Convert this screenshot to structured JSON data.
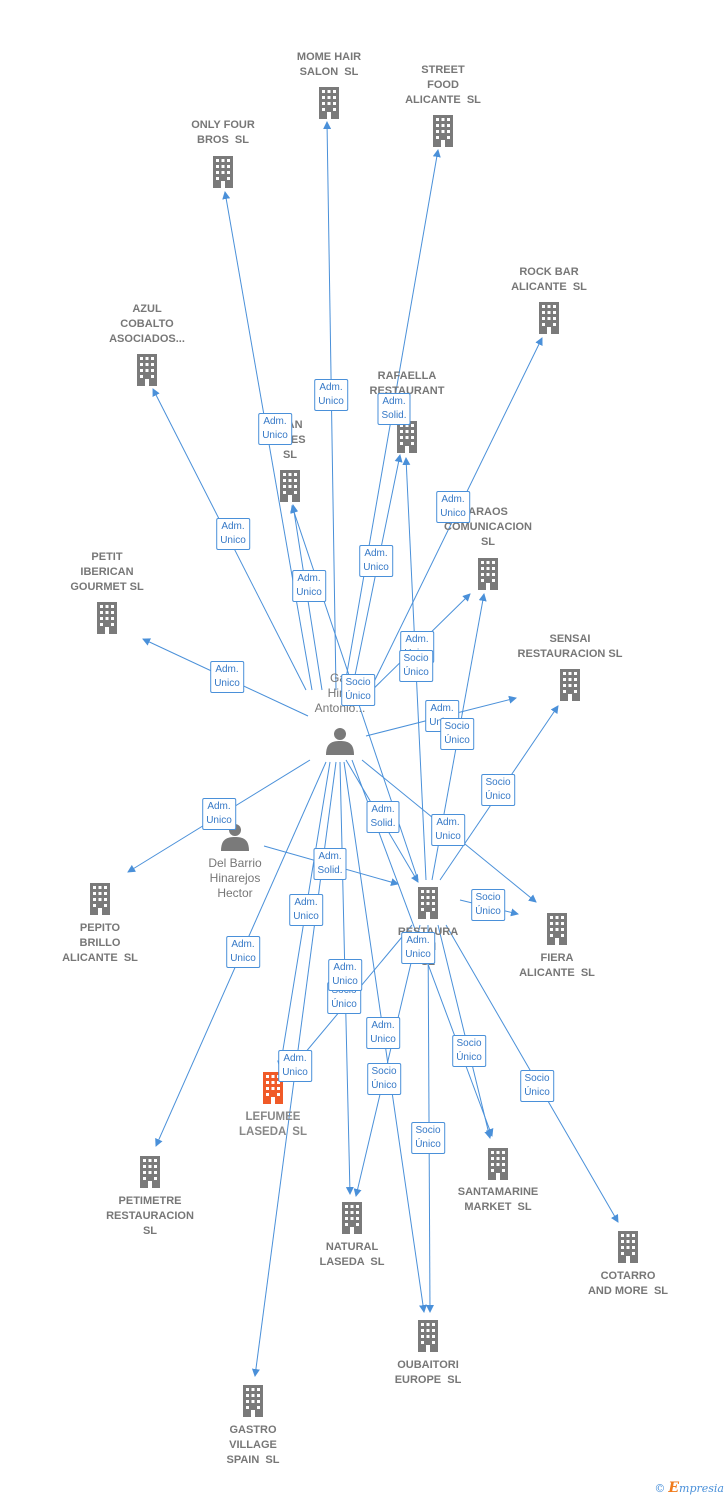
{
  "colors": {
    "edge": "#4a90d9",
    "building": "#7a7a7a",
    "focus": "#f05a28",
    "person": "#7a7a7a"
  },
  "nodes": [
    {
      "id": "mome",
      "label": "MOME HAIR\nSALON  SL",
      "type": "company"
    },
    {
      "id": "street",
      "label": "STREET\nFOOD\nALICANTE  SL",
      "type": "company"
    },
    {
      "id": "onlyfour",
      "label": "ONLY FOUR\nBROS  SL",
      "type": "company"
    },
    {
      "id": "rockbar",
      "label": "ROCK BAR\nALICANTE  SL",
      "type": "company"
    },
    {
      "id": "azul",
      "label": "AZUL\nCOBALTO\nASOCIADOS...",
      "type": "company"
    },
    {
      "id": "rafaella",
      "label": "RAFAELLA\nRESTAURANT",
      "type": "company"
    },
    {
      "id": "man",
      "label": "MAN\nONES\nSL",
      "type": "company"
    },
    {
      "id": "faraos",
      "label": "ARAOS\nCOMUNICACION\nSL",
      "type": "company"
    },
    {
      "id": "petit",
      "label": "PETIT\nIBERICAN\nGOURMET SL",
      "type": "company"
    },
    {
      "id": "sensai",
      "label": "SENSAI\nRESTAURACION SL",
      "type": "company"
    },
    {
      "id": "main",
      "label": "Gar\nHina\nAntonio...",
      "type": "person"
    },
    {
      "id": "hector",
      "label": "Del Barrio\nHinarejos\nHector",
      "type": "person"
    },
    {
      "id": "pepito",
      "label": "PEPITO\nBRILLO\nALICANTE  SL",
      "type": "company"
    },
    {
      "id": "restaura",
      "label": "RESTAURA\nON\nSL",
      "type": "company"
    },
    {
      "id": "fiera",
      "label": "FIERA\nALICANTE  SL",
      "type": "company"
    },
    {
      "id": "lefumee",
      "label": "LEFUMEE\nLASEDA  SL",
      "type": "focus"
    },
    {
      "id": "petimetre",
      "label": "PETIMETRE\nRESTAURACION\nSL",
      "type": "company"
    },
    {
      "id": "santamarine",
      "label": "SANTAMARINE\nMARKET  SL",
      "type": "company"
    },
    {
      "id": "natural",
      "label": "NATURAL\nLASEDA  SL",
      "type": "company"
    },
    {
      "id": "cotarro",
      "label": "COTARRO\nAND MORE  SL",
      "type": "company"
    },
    {
      "id": "oubaitori",
      "label": "OUBAITORI\nEUROPE  SL",
      "type": "company"
    },
    {
      "id": "gastro",
      "label": "GASTRO\nVILLAGE\nSPAIN  SL",
      "type": "company"
    }
  ],
  "edges": [
    {
      "from": "main",
      "to": "mome"
    },
    {
      "from": "main",
      "to": "street"
    },
    {
      "from": "main",
      "to": "onlyfour"
    },
    {
      "from": "main",
      "to": "rockbar"
    },
    {
      "from": "main",
      "to": "azul"
    },
    {
      "from": "main",
      "to": "rafaella"
    },
    {
      "from": "main",
      "to": "man"
    },
    {
      "from": "main",
      "to": "faraos"
    },
    {
      "from": "main",
      "to": "petit"
    },
    {
      "from": "main",
      "to": "sensai"
    },
    {
      "from": "main",
      "to": "pepito"
    },
    {
      "from": "main",
      "to": "restaura"
    },
    {
      "from": "main",
      "to": "fiera"
    },
    {
      "from": "main",
      "to": "lefumee"
    },
    {
      "from": "main",
      "to": "petimetre"
    },
    {
      "from": "main",
      "to": "santamarine"
    },
    {
      "from": "main",
      "to": "natural"
    },
    {
      "from": "main",
      "to": "oubaitori"
    },
    {
      "from": "main",
      "to": "gastro"
    },
    {
      "from": "hector",
      "to": "restaura"
    },
    {
      "from": "restaura",
      "to": "rafaella"
    },
    {
      "from": "restaura",
      "to": "man"
    },
    {
      "from": "restaura",
      "to": "faraos"
    },
    {
      "from": "restaura",
      "to": "sensai"
    },
    {
      "from": "restaura",
      "to": "fiera"
    },
    {
      "from": "restaura",
      "to": "lefumee"
    },
    {
      "from": "restaura",
      "to": "natural"
    },
    {
      "from": "restaura",
      "to": "santamarine"
    },
    {
      "from": "restaura",
      "to": "oubaitori"
    },
    {
      "from": "restaura",
      "to": "cotarro"
    }
  ],
  "edge_labels": [
    "Adm.\nUnico",
    "Adm.\nSolid.",
    "Adm.\nUnico",
    "Adm.\nUnico",
    "Adm.\nUnico",
    "Adm.\nUnico",
    "Adm.\nUnico",
    "Adm.\nUnico",
    "Adm.\nUnico",
    "Socio\nÚnico",
    "Socio\nÚnico",
    "Adm.\nUnico",
    "Socio\nÚnico",
    "Socio\nÚnico",
    "Adm.\nSolid.",
    "Adm.\nUnico",
    "Adm.\nUnico",
    "Adm.\nSolid.",
    "Adm.\nUnico",
    "Socio\nÚnico",
    "Adm.\nUnico",
    "Adm.\nUnico",
    "Socio\nÚnico",
    "Adm.\nUnico",
    "Adm.\nUnico",
    "Socio\nÚnico",
    "Socio\nÚnico",
    "Socio\nÚnico",
    "Adm.\nUnico",
    "Socio\nÚnico",
    "Adm.\nUnico",
    "Adm.\nUnico",
    "Adm.\nUnico",
    "Socio\nÚnico",
    "Adm.\nUnico"
  ],
  "footer": {
    "copyright": "©",
    "brand_initial": "E",
    "brand_rest": "mpresia"
  }
}
